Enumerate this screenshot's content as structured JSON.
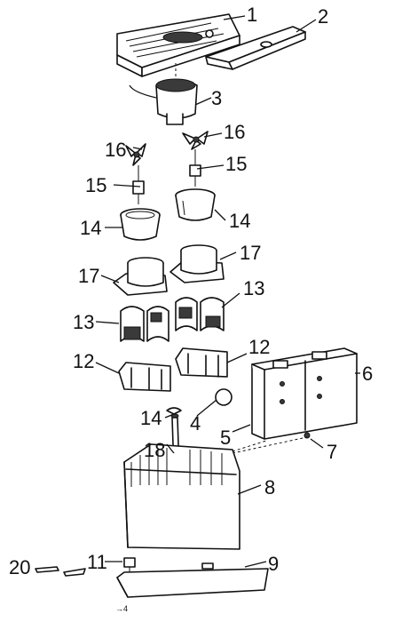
{
  "callouts": [
    "1",
    "2",
    "3",
    "16",
    "16",
    "15",
    "15",
    "14",
    "14",
    "17",
    "17",
    "13",
    "13",
    "12",
    "12",
    "6",
    "14",
    "4",
    "5",
    "7",
    "18",
    "8",
    "11",
    "9",
    "20"
  ]
}
